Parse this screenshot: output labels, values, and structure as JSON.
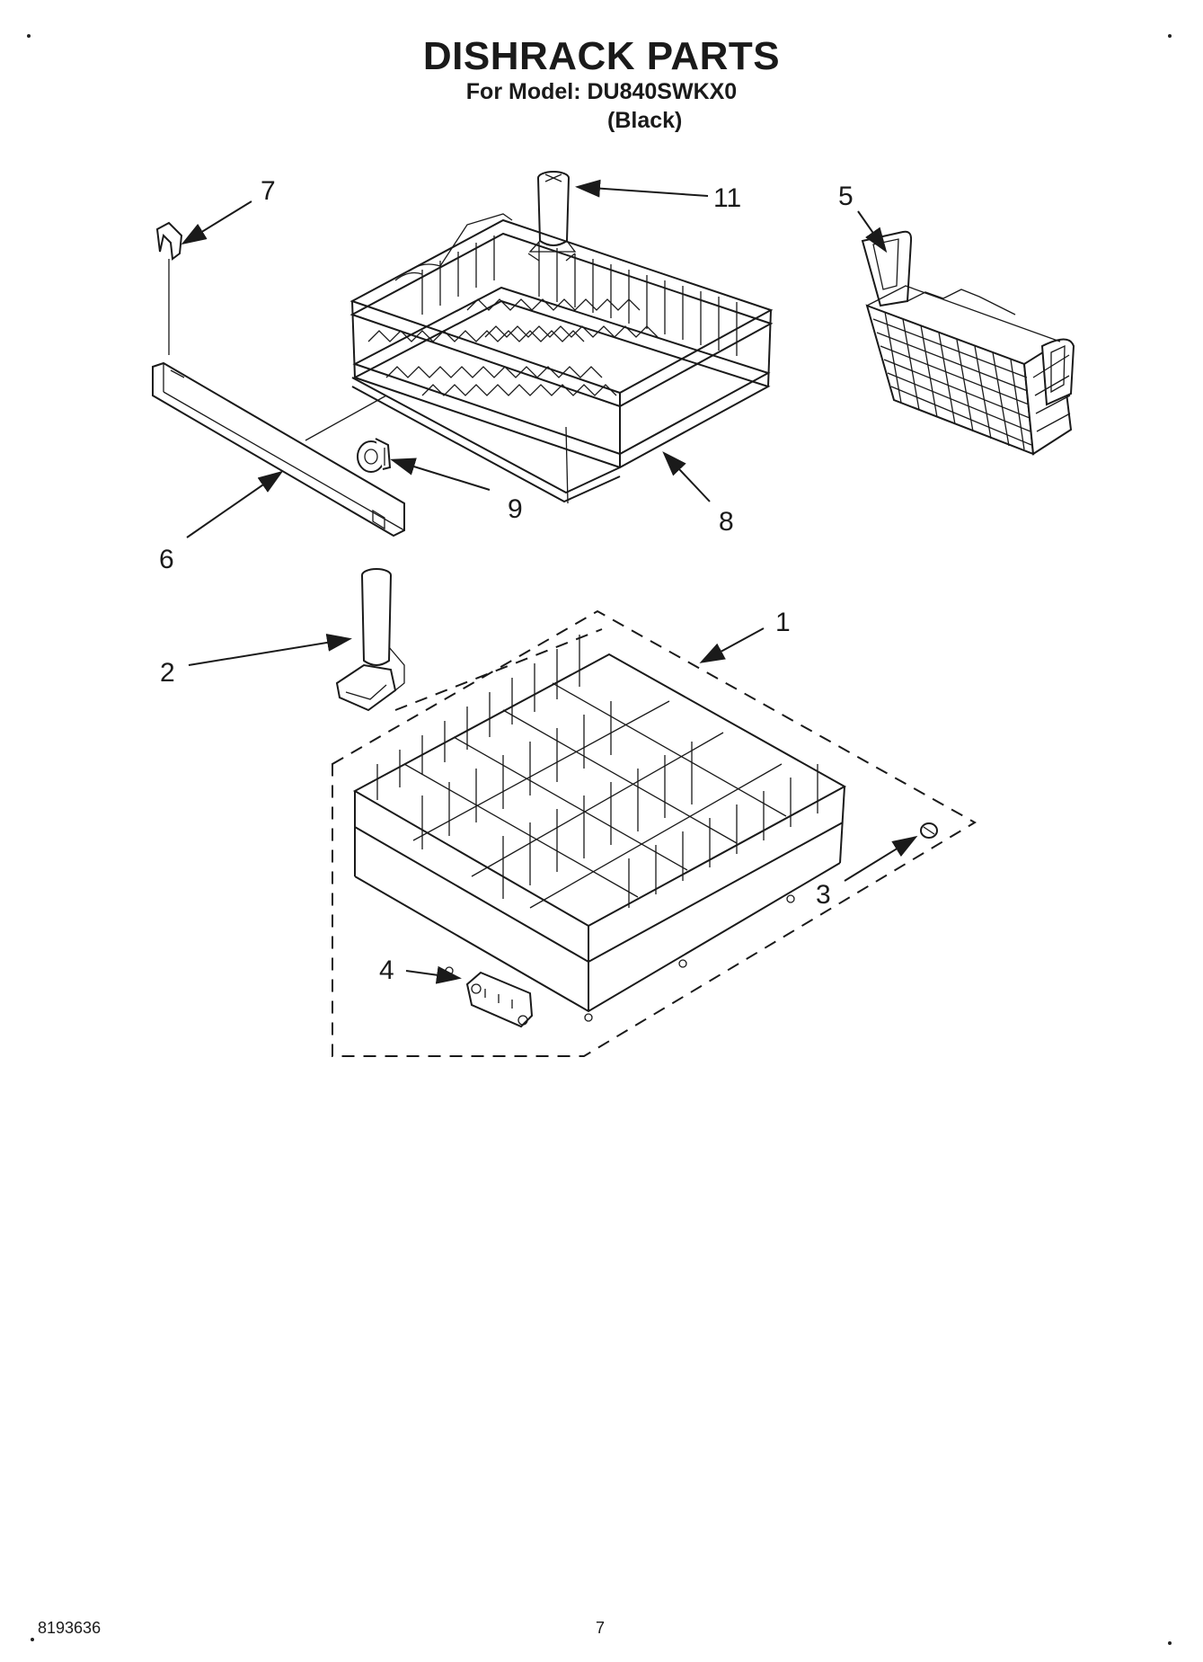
{
  "header": {
    "title": "DISHRACK PARTS",
    "model": "For Model: DU840SWKX0",
    "color": "(Black)"
  },
  "callouts": [
    "1",
    "2",
    "3",
    "4",
    "5",
    "6",
    "7",
    "8",
    "9",
    "11"
  ],
  "footer": {
    "part_number": "8193636",
    "page_number": "7"
  }
}
